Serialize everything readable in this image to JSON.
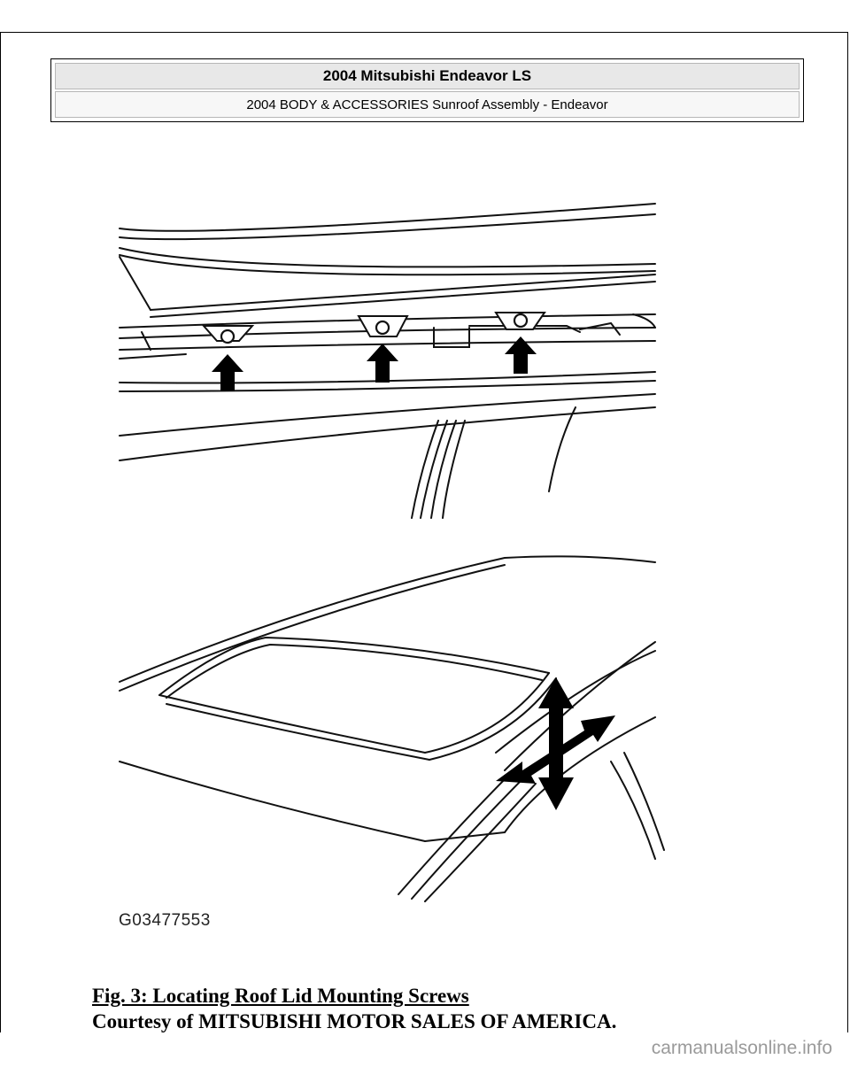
{
  "header": {
    "title": "2004 Mitsubishi Endeavor LS",
    "subtitle": "2004 BODY & ACCESSORIES Sunroof Assembly - Endeavor"
  },
  "figure": {
    "code": "G03477553"
  },
  "caption": {
    "title": "Fig. 3: Locating Roof Lid Mounting Screws",
    "credit": "Courtesy of MITSUBISHI MOTOR SALES OF AMERICA."
  },
  "watermark": {
    "text": "carmanualsonline.info"
  }
}
